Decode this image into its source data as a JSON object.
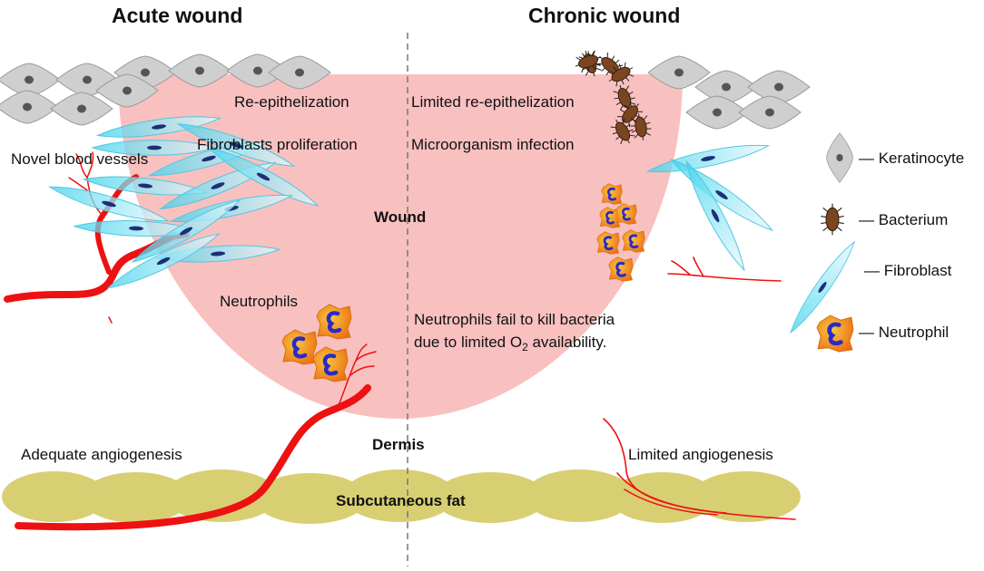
{
  "titles": {
    "left": "Acute wound",
    "right": "Chronic wound"
  },
  "acute": {
    "reepithelization": "Re-epithelization",
    "fibroblasts": "Fibroblasts proliferation",
    "vessels": "Novel blood vessels",
    "neutrophils": "Neutrophils",
    "angiogenesis": "Adequate angiogenesis"
  },
  "chronic": {
    "reepithelization": "Limited re-epithelization",
    "infection": "Microorganism infection",
    "neutrophil_fail_1": "Neutrophils fail to kill bacteria",
    "neutrophil_fail_2a": "due to limited O",
    "neutrophil_fail_sub": "2",
    "neutrophil_fail_2b": " availability.",
    "angiogenesis": "Limited angiogenesis"
  },
  "regions": {
    "wound": "Wound",
    "dermis": "Dermis",
    "fat": "Subcutaneous fat"
  },
  "legend": [
    {
      "label": "— Keratinocyte",
      "icon": "keratinocyte-icon"
    },
    {
      "label": "— Bacterium",
      "icon": "bacterium-icon"
    },
    {
      "label": "— Fibroblast",
      "icon": "fibroblast-icon"
    },
    {
      "label": "— Neutrophil",
      "icon": "neutrophil-icon"
    }
  ],
  "colors": {
    "wound": "#f9c0c0",
    "keratinocyte": "#cfcfcf",
    "fibroblast": "#aee8f4",
    "vessel": "#ee1111",
    "neutrophil": "#f2a320",
    "nucleus": "#2a2ac8",
    "fat": "#d8cf73",
    "bacterium": "#7a4520"
  }
}
